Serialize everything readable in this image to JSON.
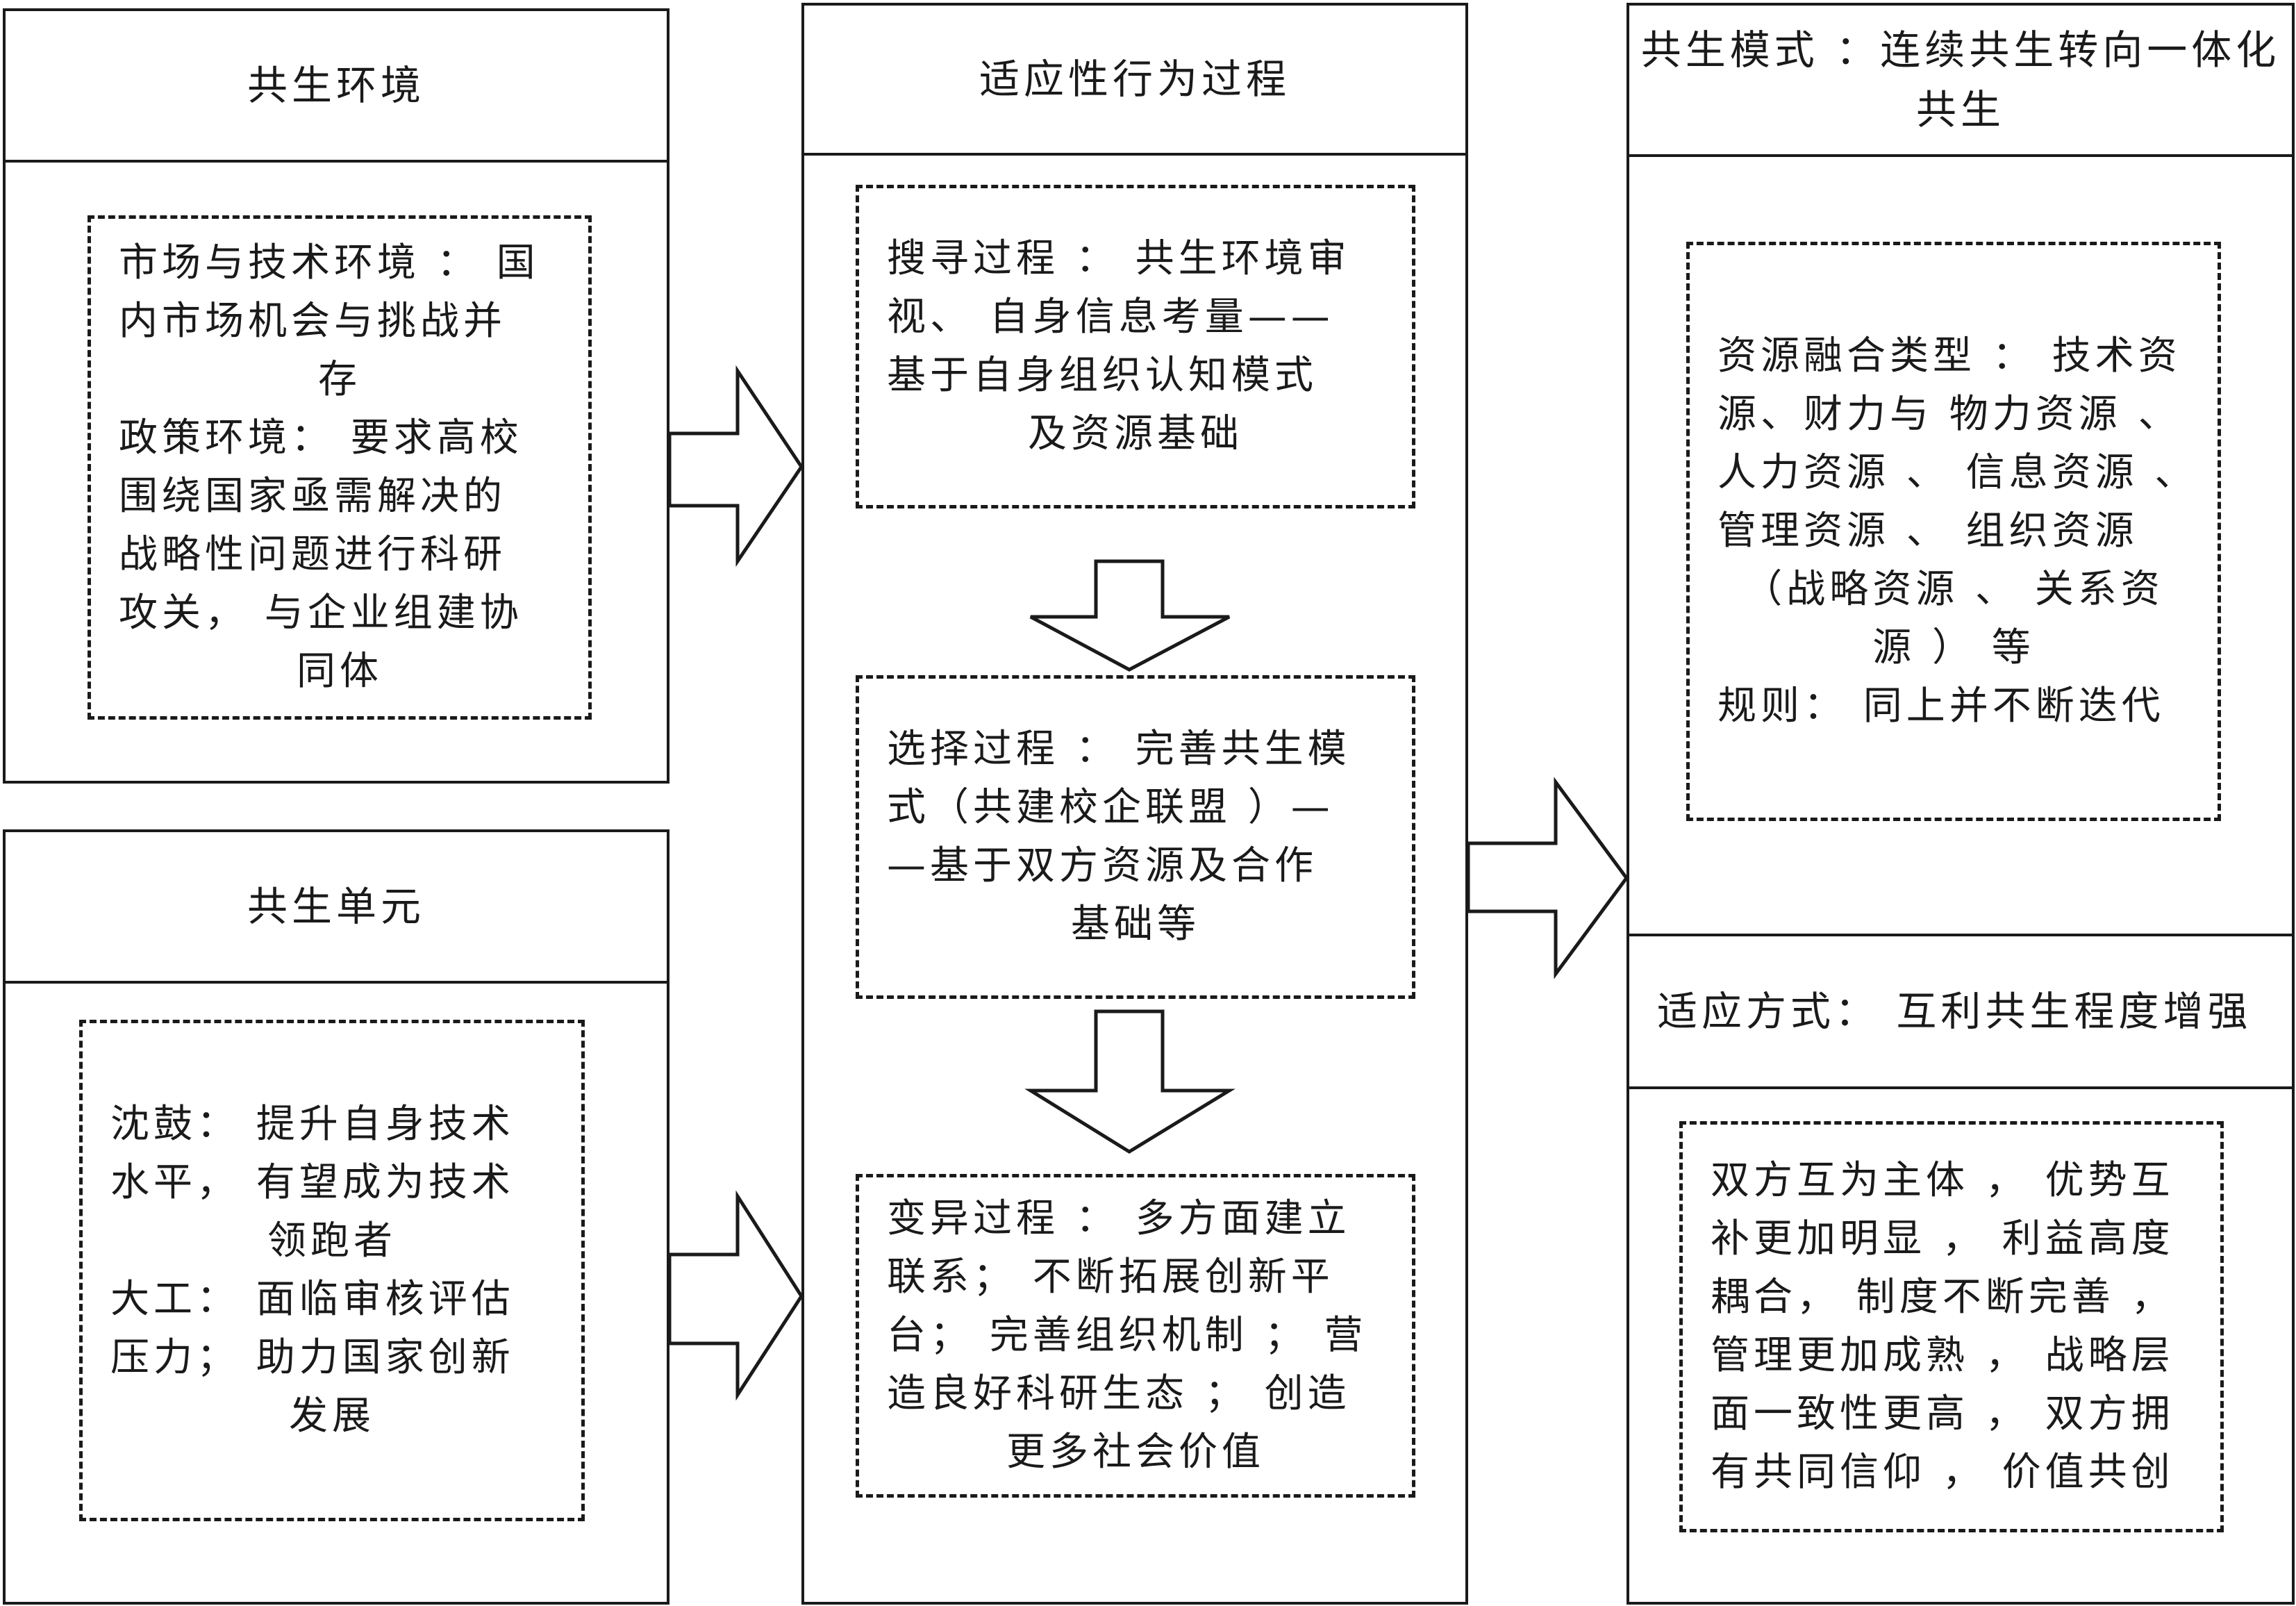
{
  "environment": {
    "title": "共生环境",
    "lines": [
      "市场与技术环境 ： 国",
      "内市场机会与挑战并",
      "存",
      "政策环境： 要求高校",
      "围绕国家亟需解决的",
      "战略性问题进行科研",
      "攻关， 与企业组建协",
      "同体"
    ]
  },
  "unit": {
    "title": "共生单元",
    "lines": [
      "沈鼓： 提升自身技术",
      "水平， 有望成为技术",
      "领跑者",
      "大工： 面临审核评估",
      "压力； 助力国家创新",
      "发展"
    ]
  },
  "process": {
    "title": "适应性行为过程",
    "search": [
      "搜寻过程 ： 共生环境审",
      "视、 自身信息考量——",
      "基于自身组织认知模式",
      "及资源基础"
    ],
    "select": [
      "选择过程 ： 完善共生模",
      "式（共建校企联盟 ）—",
      "—基于双方资源及合作",
      "基础等"
    ],
    "variation": [
      "变异过程 ： 多方面建立",
      "联系； 不断拓展创新平",
      "台； 完善组织机制 ； 营",
      "造良好科研生态 ； 创造",
      "更多社会价值"
    ]
  },
  "mode": {
    "title_line1": "共生模式 ：连续共生转向一体化",
    "title_line2": "共生",
    "resource": [
      "资源融合类型 ： 技术资",
      "源、财力与 物力资源 、",
      "人力资源 、 信息资源 、",
      "管理资源 、 组织资源",
      "（战略资源 、 关系资",
      "源 ） 等",
      "规则： 同上并不断迭代"
    ]
  },
  "adapt": {
    "title": "适应方式： 互利共生程度增强",
    "lines": [
      "双方互为主体 ， 优势互",
      "补更加明显 ， 利益高度",
      "耦合， 制度不断完善 ，",
      "管理更加成熟 ， 战略层",
      "面一致性更高 ， 双方拥",
      "有共同信仰 ， 价值共创"
    ]
  }
}
